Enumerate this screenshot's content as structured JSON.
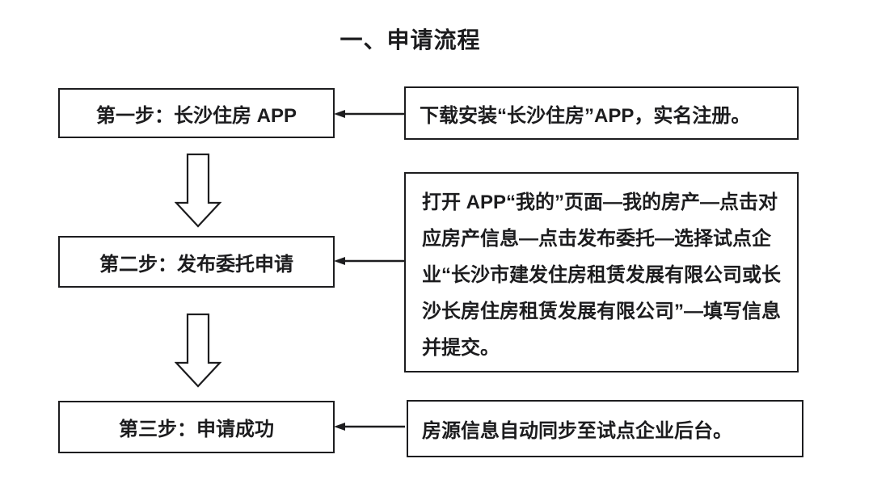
{
  "title": "一、申请流程",
  "flow": {
    "steps": [
      {
        "label": "第一步：长沙住房 APP",
        "description": "下载安装“长沙住房”APP，实名注册。"
      },
      {
        "label": "第二步：发布委托申请",
        "description": "打开 APP“我的”页面—我的房产—点击对应房产信息—点击发布委托—选择试点企业“长沙市建发住房租赁发展有限公司或长沙长房住房租赁发展有限公司”—填写信息并提交。"
      },
      {
        "label": "第三步：申请成功",
        "description": "房源信息自动同步至试点企业后台。"
      }
    ]
  },
  "icons": {
    "down_arrow": "down-block-arrow",
    "left_arrow": "left-line-arrow"
  },
  "colors": {
    "background": "#ffffff",
    "text": "#1c1c1e",
    "border": "#1d1d1f"
  }
}
